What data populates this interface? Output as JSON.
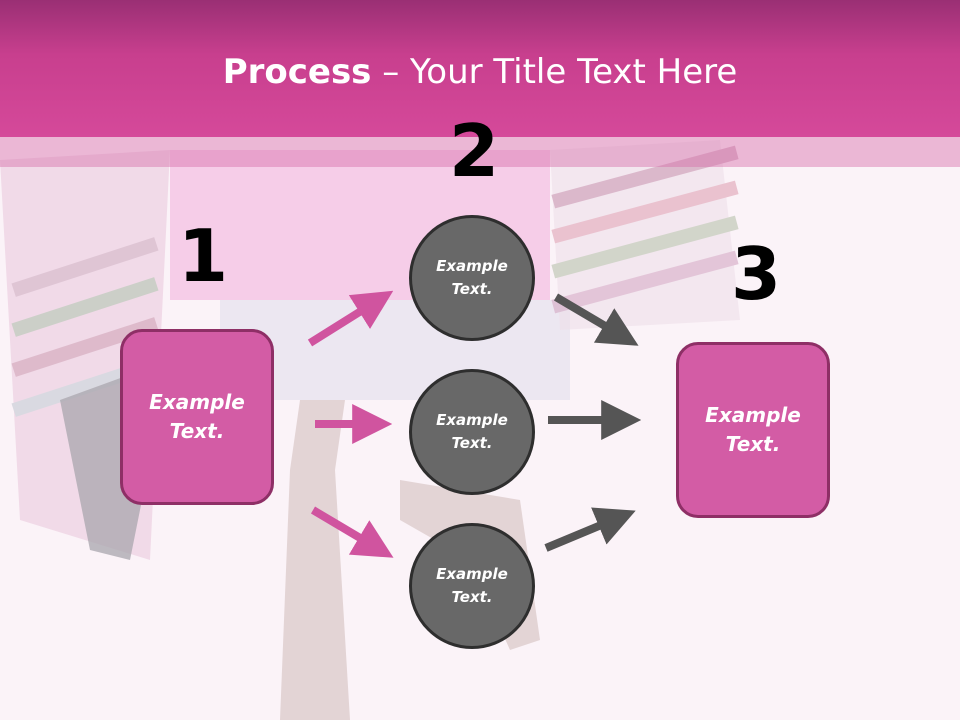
{
  "title": {
    "bold": "Process",
    "rest": " – Your Title Text Here"
  },
  "numbers": [
    "1",
    "2",
    "3"
  ],
  "box1": {
    "label": "Example\nText."
  },
  "circles": [
    {
      "label": "Example\nText."
    },
    {
      "label": "Example\nText."
    },
    {
      "label": "Example\nText."
    }
  ],
  "box3": {
    "label": "Example\nText."
  },
  "colors": {
    "header": "#c83f8e",
    "box": "#d35ca5",
    "circle": "#686868",
    "arrow_pink": "#d0549f",
    "arrow_gray": "#555555"
  }
}
